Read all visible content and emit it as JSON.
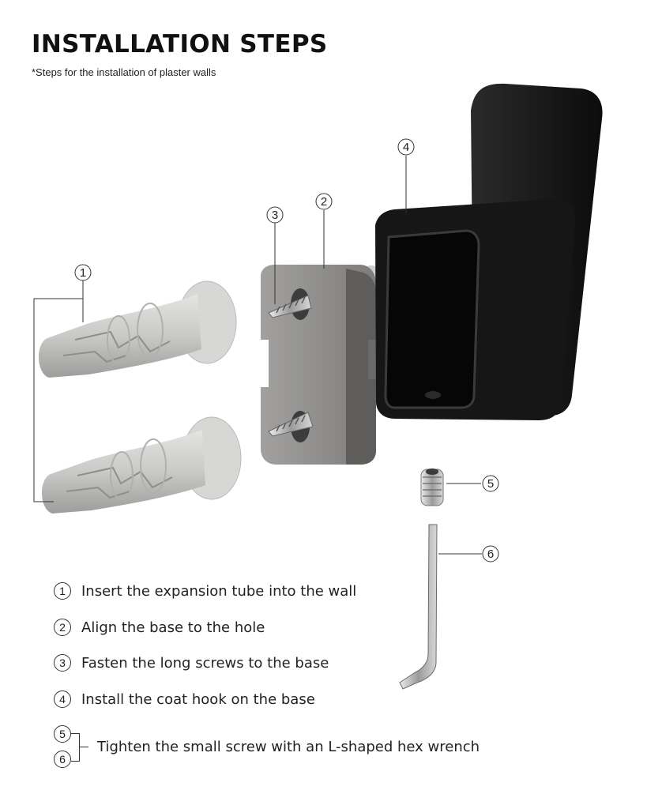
{
  "header": {
    "title": "INSTALLATION STEPS",
    "subtitle": "*Steps for the installation of plaster walls"
  },
  "callouts": [
    "1",
    "2",
    "3",
    "4",
    "5",
    "6"
  ],
  "steps": [
    {
      "num": "1",
      "text": "Insert the expansion tube into the wall"
    },
    {
      "num": "2",
      "text": "Align the base to the hole"
    },
    {
      "num": "3",
      "text": "Fasten the long screws to the base"
    },
    {
      "num": "4",
      "text": "Install the coat hook on the base"
    }
  ],
  "final_step": {
    "nums": [
      "5",
      "6"
    ],
    "text": "Tighten the small screw with an L-shaped hex wrench"
  },
  "colors": {
    "plastic": "#c9c9c7",
    "base": "#8f8e8c",
    "hook": "#141414",
    "metal": "#b5b5b5"
  }
}
